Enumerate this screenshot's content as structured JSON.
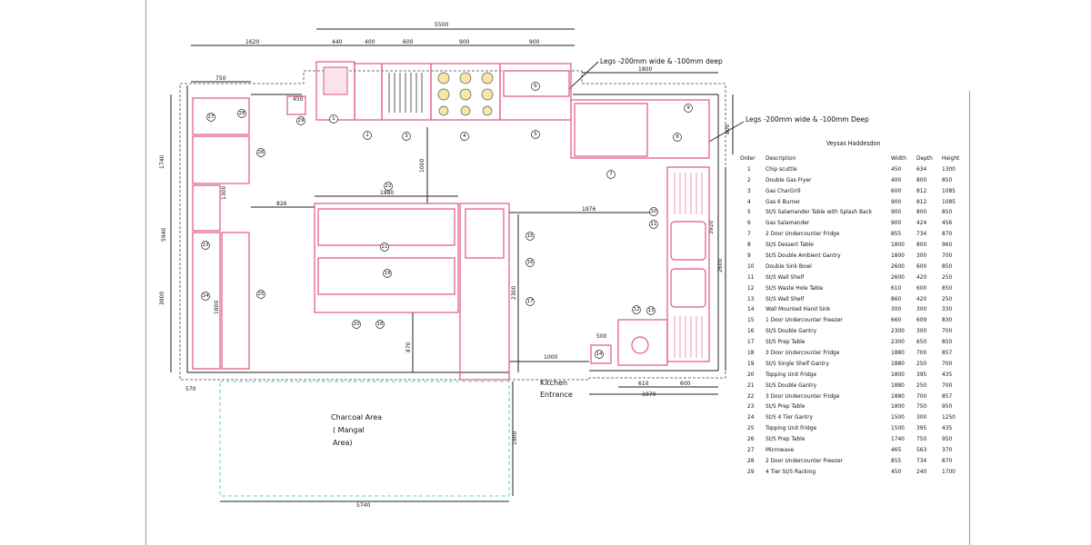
{
  "notes": {
    "legs_top": "Legs -200mm wide & -100mm deep",
    "legs_right": "Legs -200mm wide & -100mm Deep",
    "charcoal": [
      "Charcoal Area",
      "( Mangal",
      "Area)"
    ],
    "entrance": [
      "Kitchen",
      "Entrance"
    ]
  },
  "dimensions": {
    "top_total": "5500",
    "left_top": "1620",
    "d440": "440",
    "d400a": "400",
    "d600a": "600",
    "d900a": "900",
    "d900b": "900",
    "d1800": "1800",
    "d750": "750",
    "d450": "450",
    "d800": "800",
    "d1740": "1740",
    "d5940": "5940",
    "d3900": "3900",
    "d1300": "1300",
    "d1800v": "1800",
    "d826": "826",
    "d1880": "1880",
    "d1000a": "1000",
    "d1976": "1976",
    "d2600": "2600",
    "d3920": "3920",
    "d2300": "2300",
    "d870": "870",
    "d1000b": "1000",
    "d500": "500",
    "d610": "610",
    "d600b": "600",
    "d1970": "1970",
    "d570": "570",
    "d1900": "1900",
    "d5740": "5740"
  },
  "schedule": {
    "title": "Veysas Haddesdon",
    "headers": [
      "Order",
      "Description",
      "Width",
      "Depth",
      "Height"
    ],
    "rows": [
      [
        "1",
        "Chip scuttle",
        "450",
        "634",
        "1300"
      ],
      [
        "2",
        "Double Gas Fryer",
        "400",
        "800",
        "850"
      ],
      [
        "3",
        "Gas CharGrill",
        "600",
        "812",
        "1085"
      ],
      [
        "4",
        "Gas 6 Burner",
        "900",
        "812",
        "1085"
      ],
      [
        "5",
        "St/S Salamander Table with Splash Back",
        "900",
        "800",
        "850"
      ],
      [
        "6",
        "Gas Salamander",
        "900",
        "424",
        "456"
      ],
      [
        "7",
        "2 Door Undercounter Fridge",
        "855",
        "734",
        "870"
      ],
      [
        "8",
        "St/S Dessert Table",
        "1800",
        "800",
        "960"
      ],
      [
        "9",
        "St/S Double Ambient Gantry",
        "1800",
        "300",
        "700"
      ],
      [
        "10",
        "Double Sink Bowl",
        "2600",
        "600",
        "850"
      ],
      [
        "11",
        "St/S Wall Shelf",
        "2600",
        "420",
        "250"
      ],
      [
        "12",
        "St/S Waste Hole Table",
        "610",
        "600",
        "850"
      ],
      [
        "13",
        "St/S Wall Shelf",
        "860",
        "420",
        "250"
      ],
      [
        "14",
        "Wall Mounted Hand Sink",
        "300",
        "300",
        "330"
      ],
      [
        "15",
        "1 Door Undercounter Freezer",
        "660",
        "609",
        "830"
      ],
      [
        "16",
        "St/S Double Gantry",
        "2300",
        "300",
        "700"
      ],
      [
        "17",
        "St/S Prep Table",
        "2300",
        "650",
        "850"
      ],
      [
        "18",
        "3 Door Undercounter Fridge",
        "1880",
        "700",
        "857"
      ],
      [
        "19",
        "St/S Single Shelf Gantry",
        "1880",
        "250",
        "700"
      ],
      [
        "20",
        "Topping Unit Fridge",
        "1800",
        "395",
        "435"
      ],
      [
        "21",
        "St/S Double Gantry",
        "1880",
        "250",
        "700"
      ],
      [
        "22",
        "3 Door Undercounter Fridge",
        "1880",
        "700",
        "857"
      ],
      [
        "23",
        "St/S Prep Table",
        "1800",
        "750",
        "950"
      ],
      [
        "24",
        "St/S 4 Tier Gantry",
        "1500",
        "300",
        "1250"
      ],
      [
        "25",
        "Topping Unit Fridge",
        "1500",
        "395",
        "435"
      ],
      [
        "26",
        "St/S Prep Table",
        "1740",
        "750",
        "950"
      ],
      [
        "27",
        "Microwave",
        "465",
        "563",
        "370"
      ],
      [
        "28",
        "2 Door Undercounter Freezer",
        "855",
        "734",
        "870"
      ],
      [
        "29",
        "4 Tier St/S Racking",
        "450",
        "240",
        "1700"
      ]
    ]
  }
}
